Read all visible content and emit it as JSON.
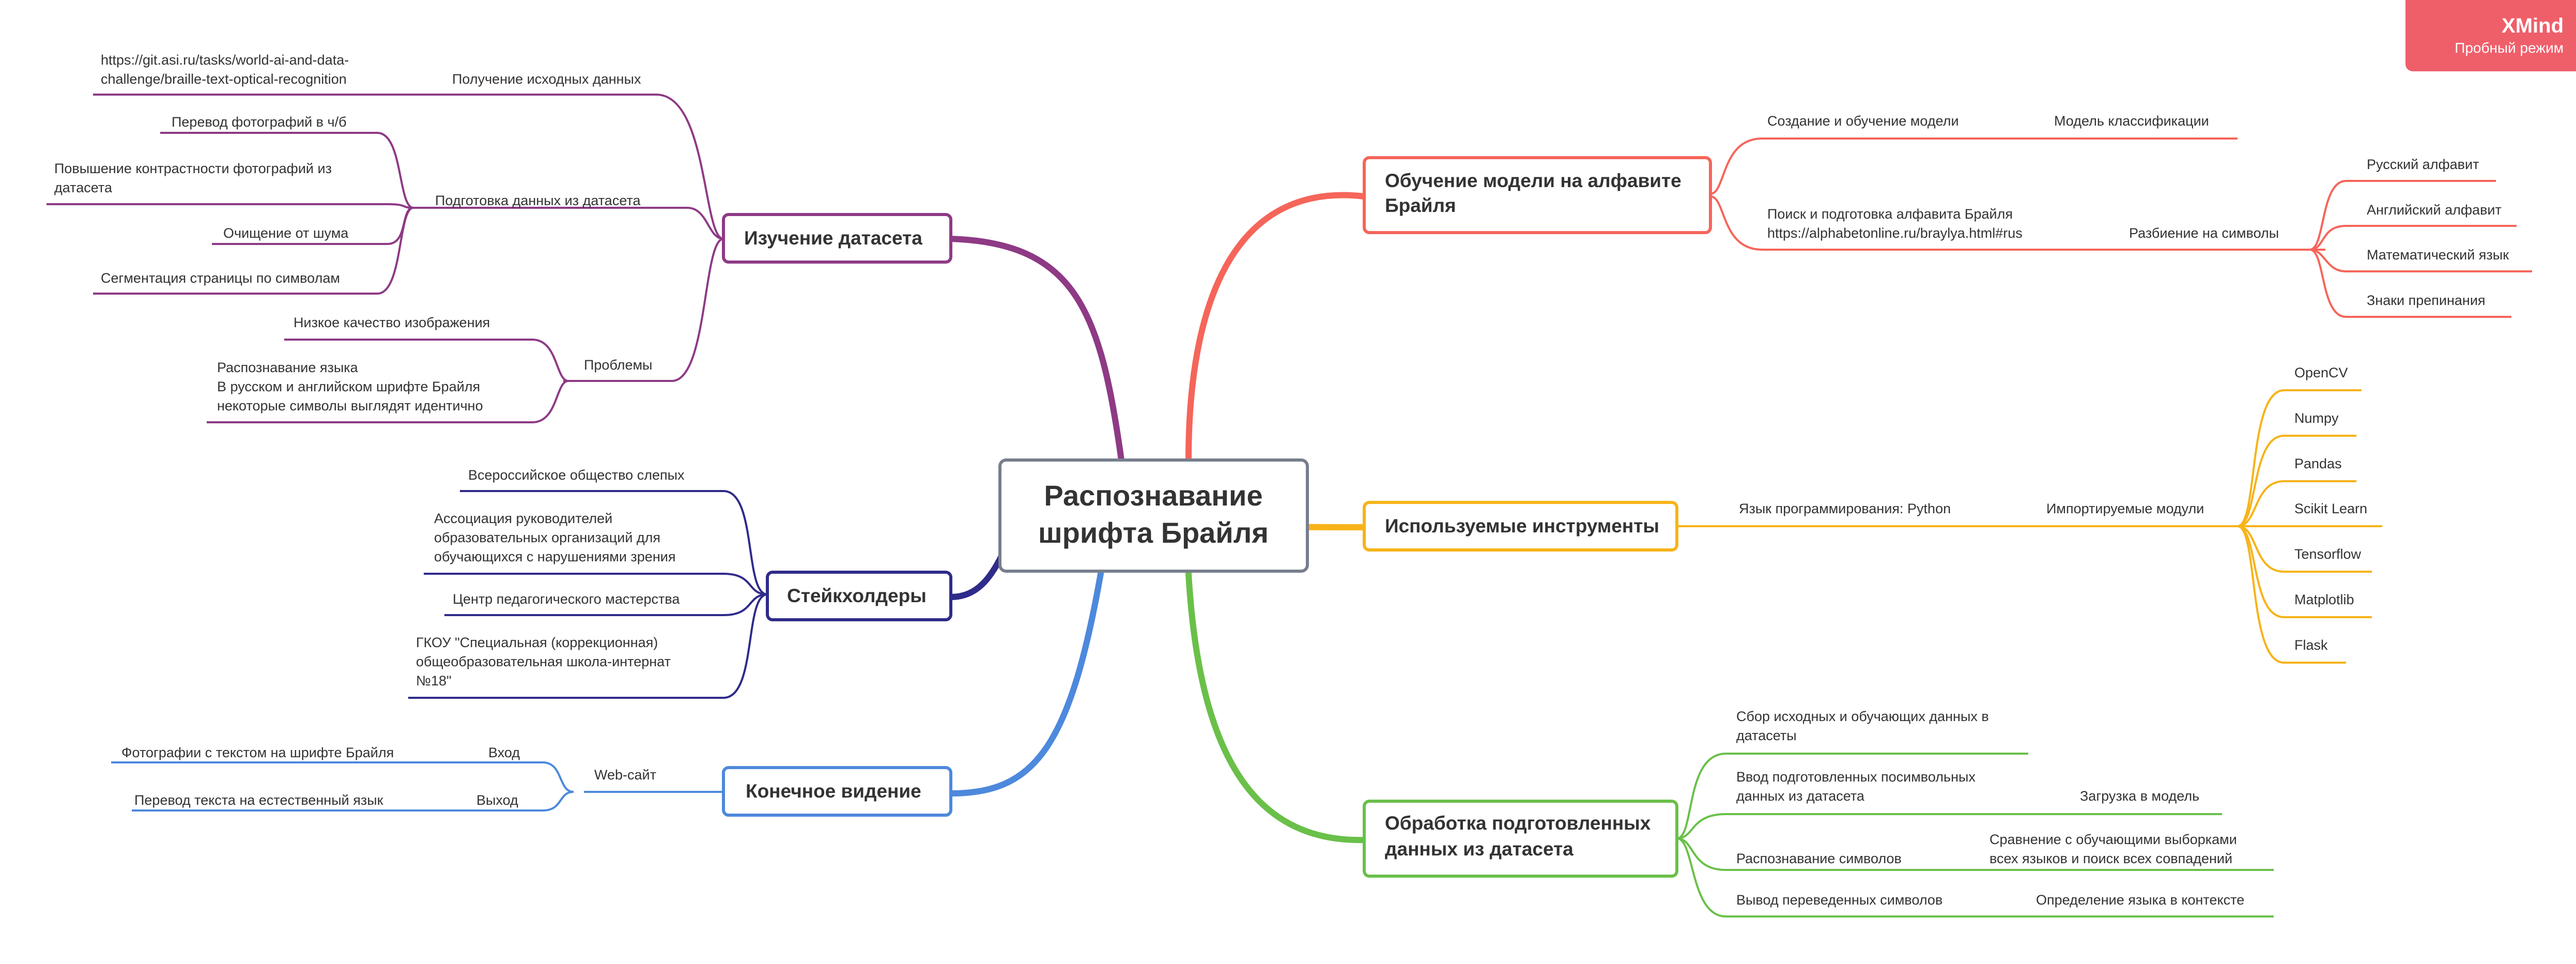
{
  "watermark": {
    "brand": "XMind",
    "mode": "Пробный режим"
  },
  "colors": {
    "red": "#f5655a",
    "orange": "#f7b319",
    "green": "#6ac049",
    "blue": "#4d89dc",
    "indigo": "#2f2b8a",
    "purple": "#8e3a85",
    "root_border": "#777e8c"
  },
  "mindmap": {
    "root": {
      "line1": "Распознавание",
      "line2": "шрифта Брайля"
    },
    "model": {
      "title_line1": "Обучение модели на алфавите",
      "title_line2": "Брайля",
      "create": "Создание и обучение модели",
      "classify": "Модель классификации",
      "search_line1": "Поиск и подготовка алфавита Брайля",
      "search_line2": "https://alphabetonline.ru/braylya.html#rus",
      "split": "Разбиение на символы",
      "alphabets": [
        "Русский алфавит",
        "Английский алфавит",
        "Математический язык",
        "Знаки препинания"
      ]
    },
    "tools": {
      "title": "Используемые инструменты",
      "language": "Язык программирования: Python",
      "imports": "Импортируемые модули",
      "modules": [
        "OpenCV",
        "Numpy",
        "Pandas",
        "Scikit Learn",
        "Tensorflow",
        "Matplotlib",
        "Flask"
      ]
    },
    "processing": {
      "title_line1": "Обработка подготовленных",
      "title_line2": "данных из датасета",
      "collect_line1": "Сбор исходных и обучающих данных в",
      "collect_line2": "датасеты",
      "input_line1": "Ввод подготовленных посимвольных",
      "input_line2": "данных из датасета",
      "load": "Загрузка в модель",
      "recognize": "Распознавание символов",
      "compare_line1": "Сравнение с обучающими выборками",
      "compare_line2": "всех языков и поиск всех совпадений",
      "output": "Вывод переведенных символов",
      "detect": "Определение языка в контексте"
    },
    "dataset": {
      "title": "Изучение датасета",
      "source": "Получение исходных данных",
      "url_line1": "https://git.asi.ru/tasks/world-ai-and-data-",
      "url_line2": "challenge/braille-text-optical-recognition",
      "prepare": "Подготовка данных из датасета",
      "prep_items": {
        "bw": "Перевод фотографий в ч/б",
        "contrast_line1": "Повышение контрастности фотографий из",
        "contrast_line2": "датасета",
        "noise": "Очищение от шума",
        "segmentation": "Сегментация страницы по символам"
      },
      "problems": "Проблемы",
      "quality": "Низкое качество изображения",
      "lang_line1": "Распознавание языка",
      "lang_line2": "В русском и английском шрифте Брайля",
      "lang_line3": "некоторые символы выглядят идентично"
    },
    "stakeholders": {
      "title": "Стейкхолдеры",
      "society": "Всероссийское общество слепых",
      "assoc_line1": "Ассоциация руководителей",
      "assoc_line2": "образовательных организаций для",
      "assoc_line3": "обучающихся с нарушениями зрения",
      "center": "Центр педагогического мастерства",
      "school_line1": "ГКОУ \"Специальная (коррекционная)",
      "school_line2": "общеобразовательная школа-интернат",
      "school_line3": "№18\""
    },
    "vision": {
      "title": "Конечное видение",
      "web": "Web-сайт",
      "input": "Вход",
      "photos": "Фотографии с текстом на шрифте Брайля",
      "output": "Выход",
      "translation": "Перевод текста на естественный язык"
    }
  }
}
